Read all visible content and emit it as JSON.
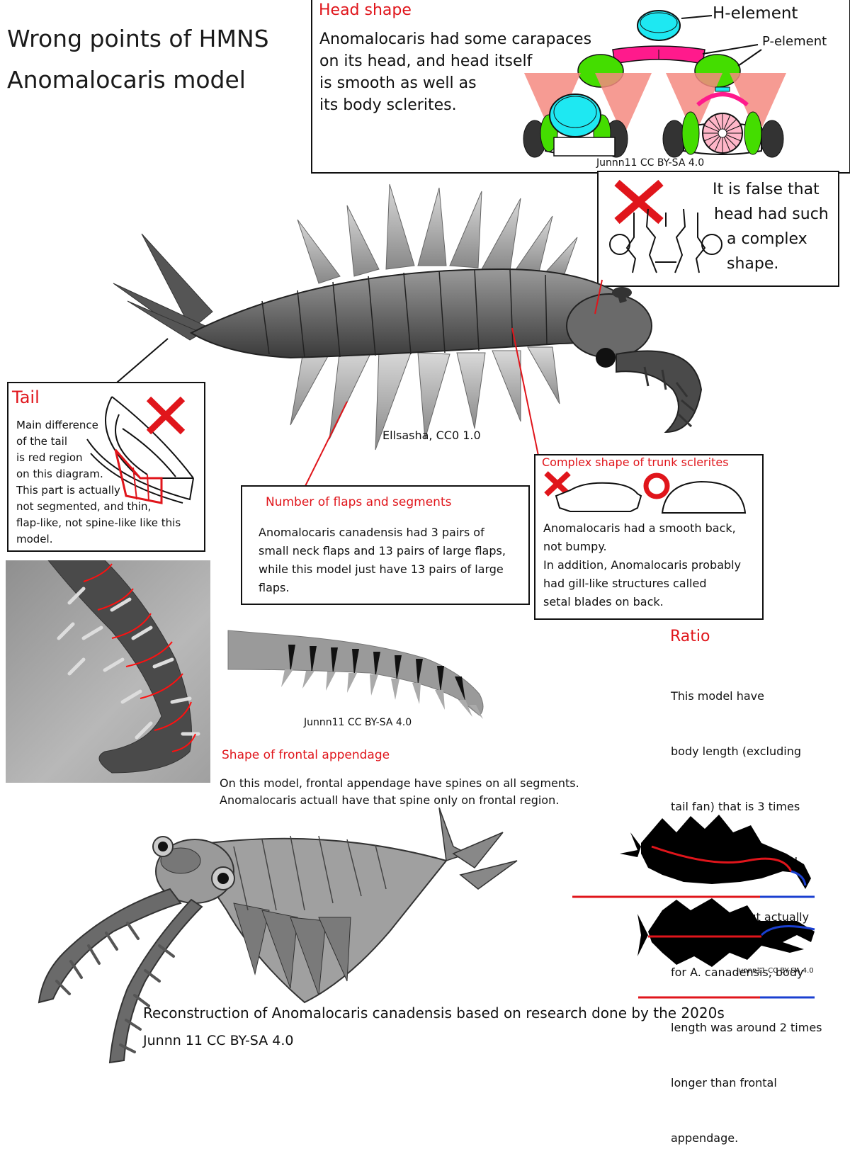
{
  "title": {
    "line1": "Wrong points of HMNS",
    "line2": "Anomalocaris model"
  },
  "head_shape": {
    "heading": "Head shape",
    "text": [
      "Anomalocaris had some carapaces",
      "on its head, and head itself",
      "is smooth as well as",
      "its body sclerites."
    ],
    "label_h": "H-element",
    "label_p": "P-element",
    "credit": "Junnn11 CC BY-SA 4.0",
    "colors": {
      "h_element": "#1ee8f2",
      "p_element": "#ff1a8c",
      "green": "#44dd00",
      "pink": "#ffb6c8",
      "cone": "#f48a80"
    }
  },
  "false_head": {
    "text": [
      "It is false that",
      "head had such",
      "a complex",
      "shape."
    ],
    "mark_icon": "cross-icon"
  },
  "main_photo": {
    "credit": "Ellsasha, CC0 1.0"
  },
  "tail": {
    "heading": "Tail",
    "text": [
      "Main difference",
      "of the tail",
      "is red region",
      "on this diagram.",
      "This part is actually",
      "not segmented, and thin,",
      "flap-like, not spine-like like this",
      "model."
    ]
  },
  "flaps": {
    "heading": "Number of flaps and segments",
    "text": [
      "Anomalocaris canadensis had 3 pairs of",
      "small neck flaps and 13 pairs of large flaps,",
      "while this model just have 13 pairs of large",
      "flaps."
    ]
  },
  "trunk": {
    "heading": "Complex shape of trunk sclerites",
    "wrong_icon": "cross-icon",
    "right_icon": "circle-icon",
    "text": [
      "Anomalocaris had a smooth back,",
      "not bumpy.",
      "In addition, Anomalocaris probably",
      "had gill-like structures called",
      "setal blades on back."
    ]
  },
  "appendage": {
    "credit": "Junnn11 CC BY-SA 4.0",
    "heading": "Shape of frontal appendage",
    "text": [
      "On this model, frontal appendage have spines on all segments.",
      "Anomalocaris actuall have that spine only on frontal region."
    ]
  },
  "ratio": {
    "heading": "Ratio",
    "text": [
      "This model have",
      "body length (excluding",
      "tail fan) that is 3 times",
      " longer than its frontal",
      "appendage, but actually",
      "for A. canadensis, body",
      "length was around 2 times",
      "longer than frontal",
      "appendage."
    ],
    "credit": "Junnn11 CC BY-SA 4.0",
    "colors": {
      "body": "#e0151b",
      "appendage": "#1a3fd0"
    }
  },
  "reconstruction": {
    "caption": "Reconstruction of Anomalocaris canadensis based on research done by the 2020s",
    "credit": "Junnn 11 CC BY-SA 4.0"
  }
}
